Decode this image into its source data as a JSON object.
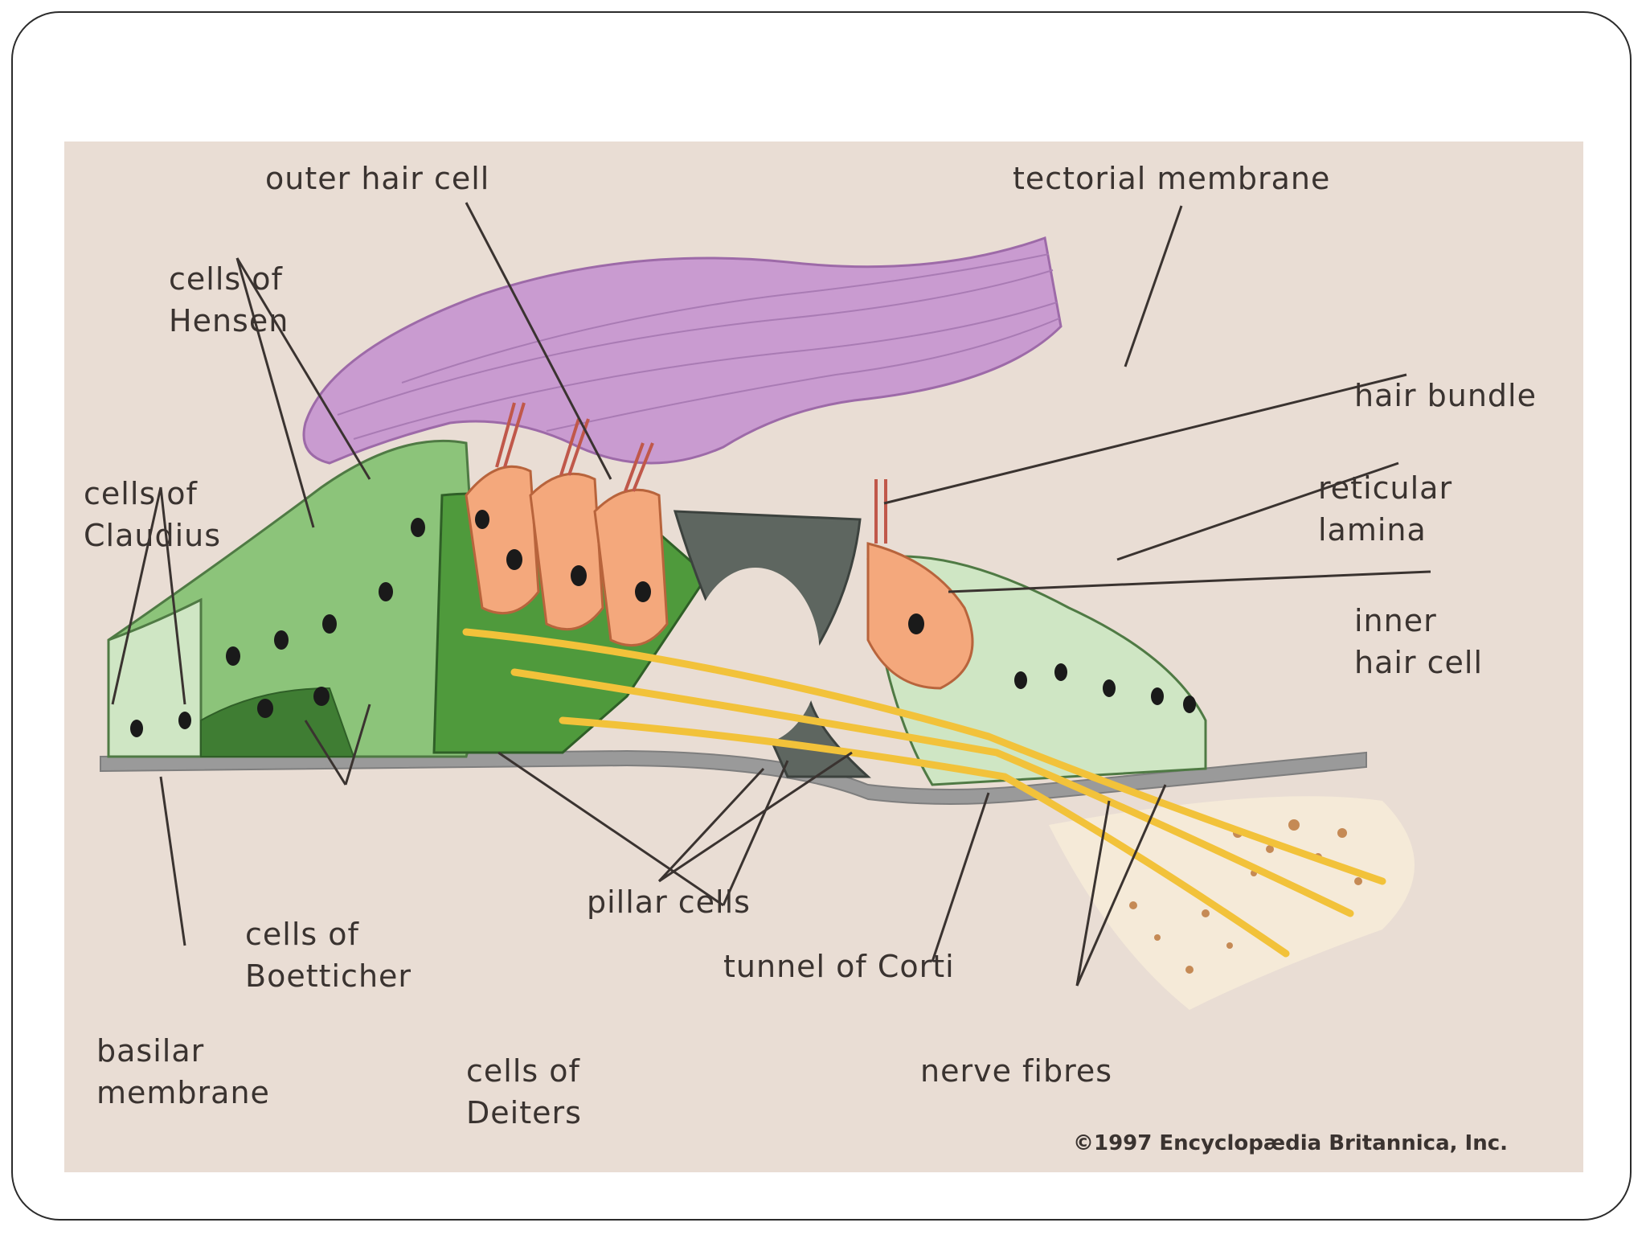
{
  "labels": {
    "outer_hair_cell": "outer hair cell",
    "tectorial_membrane": "tectorial membrane",
    "cells_of_hensen": "cells of\nHensen",
    "hair_bundle": "hair bundle",
    "cells_of_claudius": "cells of\nClaudius",
    "reticular_lamina": "reticular\nlamina",
    "inner_hair_cell": "inner\nhair cell",
    "pillar_cells": "pillar cells",
    "cells_of_boettcher": "cells of\nBoetticher",
    "tunnel_of_corti": "tunnel of Corti",
    "basilar_membrane": "basilar\nmembrane",
    "cells_of_deiters": "cells of\nDeiters",
    "nerve_fibres": "nerve fibres"
  },
  "copyright": "©1997 Encyclopædia Britannica, Inc.",
  "colors": {
    "background": "#e9ddd4",
    "tectorial": "#c99bd0",
    "support_cell_light": "#cfe6c4",
    "support_cell_mid": "#8cc47a",
    "support_cell_dark": "#4f9a3c",
    "hair_cell": "#f4a87c",
    "nerve": "#f2c23a",
    "pillar": "#5e6660",
    "membrane": "#9a9a9a"
  }
}
